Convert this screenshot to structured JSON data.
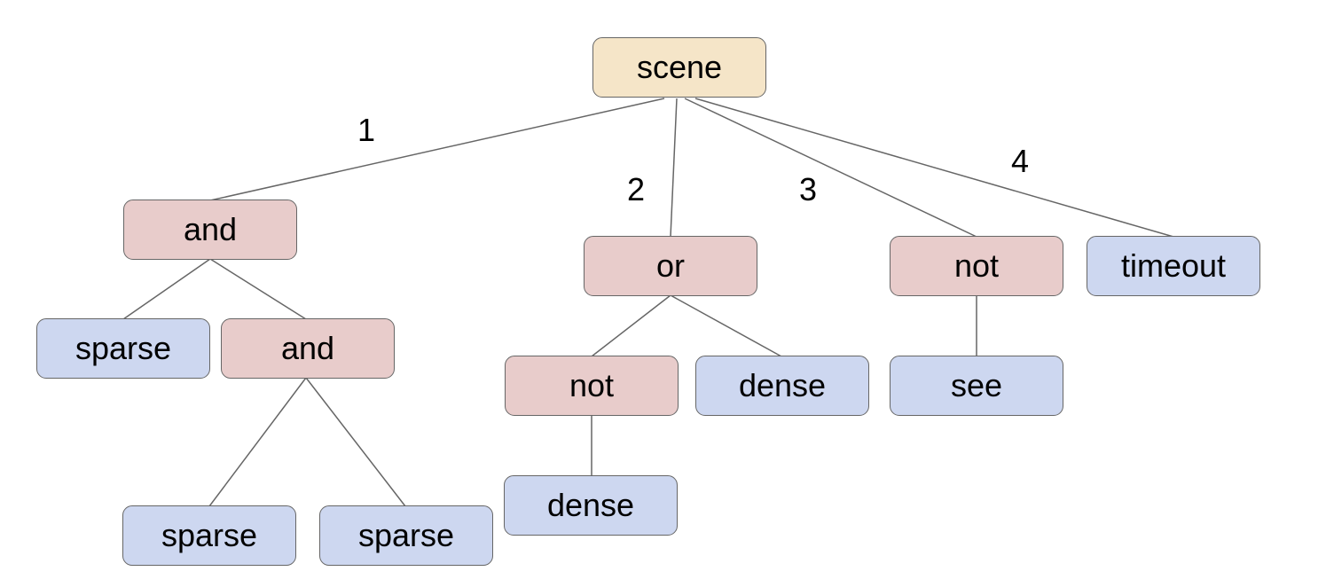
{
  "colors": {
    "background": "#ffffff",
    "root_fill": "#f5e5c8",
    "operator_fill": "#e8cccb",
    "leaf_fill": "#cdd7f0",
    "border": "#666666",
    "edge": "#666666",
    "text": "#000000"
  },
  "tree": {
    "root": {
      "label": "scene"
    },
    "children": [
      {
        "edge_label": "1",
        "label": "and",
        "children": [
          {
            "label": "sparse"
          },
          {
            "label": "and",
            "children": [
              {
                "label": "sparse"
              },
              {
                "label": "sparse"
              }
            ]
          }
        ]
      },
      {
        "edge_label": "2",
        "label": "or",
        "children": [
          {
            "label": "not",
            "children": [
              {
                "label": "dense"
              }
            ]
          },
          {
            "label": "dense"
          }
        ]
      },
      {
        "edge_label": "3",
        "label": "not",
        "children": [
          {
            "label": "see"
          }
        ]
      },
      {
        "edge_label": "4",
        "label": "timeout"
      }
    ]
  }
}
